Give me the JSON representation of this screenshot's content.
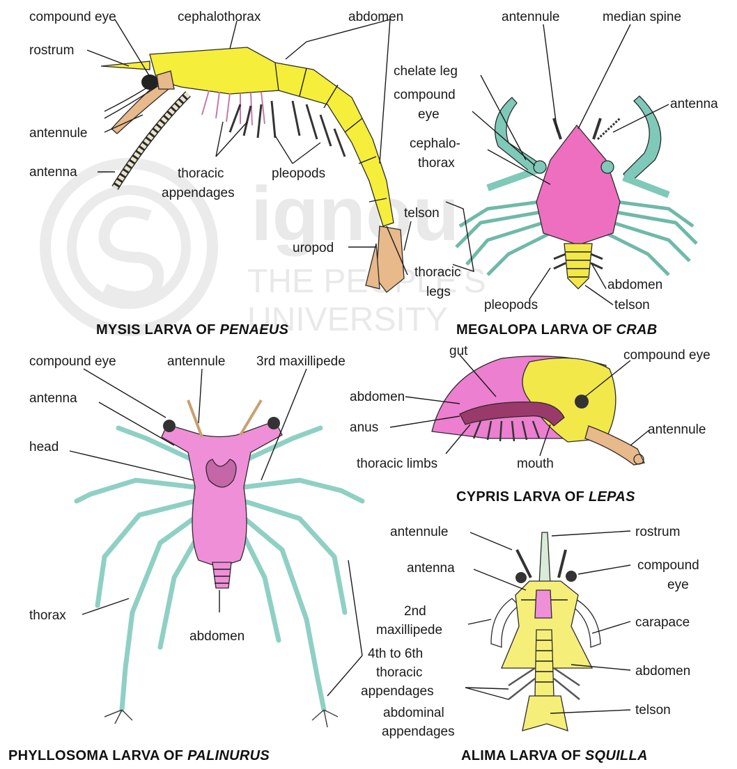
{
  "watermark": {
    "brand": "ignou",
    "line1": "THE PEOPLE'S",
    "line2": "UNIVERSITY"
  },
  "colors": {
    "mysis_body": "#f5ee3a",
    "mysis_appendage": "#e8b98a",
    "megalopa_body": "#ee6fc0",
    "megalopa_legs": "#7fc9b8",
    "phyllosoma_body": "#ef8fd8",
    "phyllosoma_legs": "#8fd0c4",
    "cypris_shell": "#ec7fcf",
    "cypris_yellow": "#f2e84a",
    "alima_body": "#f5ef7a",
    "alima_legs": "#8fd0c4"
  },
  "panels": {
    "mysis": {
      "caption_prefix": "MYSIS LARVA OF ",
      "caption_genus": "PENAEUS",
      "labels": {
        "compound_eye": "compound eye",
        "cephalothorax": "cephalothorax",
        "abdomen": "abdomen",
        "rostrum": "rostrum",
        "antennule": "antennule",
        "antenna": "antenna",
        "thoracic": "thoracic",
        "appendages": "appendages",
        "pleopods": "pleopods",
        "telson": "telson",
        "uropod": "uropod"
      }
    },
    "megalopa": {
      "caption_prefix": "MEGALOPA LARVA OF ",
      "caption_genus": "CRAB",
      "labels": {
        "antennule": "antennule",
        "median_spine": "median spine",
        "chelate_leg": "chelate leg",
        "compound": "compound",
        "eye": "eye",
        "antenna": "antenna",
        "cephalo": "cephalo-",
        "thorax": "thorax",
        "thoracic": "thoracic",
        "legs": "legs",
        "abdomen": "abdomen",
        "pleopods": "pleopods",
        "telson": "telson"
      }
    },
    "phyllosoma": {
      "caption_prefix": "PHYLLOSOMA LARVA OF ",
      "caption_genus": "PALINURUS",
      "labels": {
        "compound_eye": "compound eye",
        "antennule": "antennule",
        "maxillipede": "3rd maxillipede",
        "antenna": "antenna",
        "head": "head",
        "thorax": "thorax",
        "abdomen": "abdomen",
        "th1": "4th to 6th",
        "th2": "thoracic",
        "th3": "appendages"
      }
    },
    "cypris": {
      "caption_prefix": "CYPRIS LARVA OF ",
      "caption_genus": "LEPAS",
      "labels": {
        "gut": "gut",
        "compound_eye": "compound eye",
        "abdomen": "abdomen",
        "anus": "anus",
        "antennule": "antennule",
        "thoracic_limbs": "thoracic limbs",
        "mouth": "mouth"
      }
    },
    "alima": {
      "caption_prefix": "ALIMA LARVA OF ",
      "caption_genus": "SQUILLA",
      "labels": {
        "antennule": "antennule",
        "rostrum": "rostrum",
        "antenna": "antenna",
        "compound": "compound",
        "eye": "eye",
        "second": "2nd",
        "maxillipede": "maxillipede",
        "carapace": "carapace",
        "abdomen": "abdomen",
        "abdominal": "abdominal",
        "appendages": "appendages",
        "telson": "telson"
      }
    }
  }
}
